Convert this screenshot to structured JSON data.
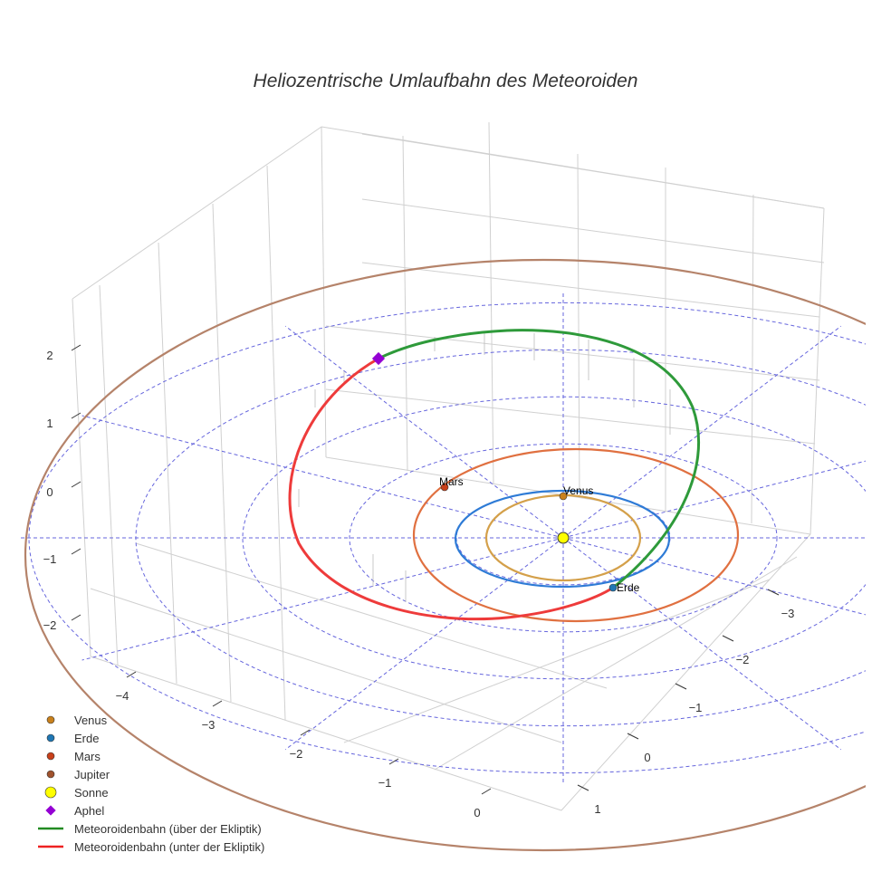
{
  "chart_data": {
    "type": "scatter3d",
    "title": "Heliozentrische Umlaufbahn des Meteoroiden",
    "axes": {
      "x_ticks": [
        "−4",
        "−3",
        "−2",
        "−1",
        "0"
      ],
      "y_ticks": [
        "−3",
        "−2",
        "−1",
        "0",
        "1"
      ],
      "z_ticks": [
        "2",
        "1",
        "0",
        "−1",
        "−2"
      ]
    },
    "grid_rings_au": [
      1,
      2,
      3,
      4,
      5
    ],
    "spokes": 12,
    "orbits": [
      {
        "name": "Venus",
        "a_au": 0.72,
        "color": "#d4a04a"
      },
      {
        "name": "Erde",
        "a_au": 1.0,
        "color": "#2e7bd6"
      },
      {
        "name": "Mars",
        "a_au": 1.52,
        "color": "#e07040"
      },
      {
        "name": "Jupiter",
        "a_au": 5.2,
        "color": "#b5836a"
      }
    ],
    "planet_labels": [
      "Venus",
      "Erde",
      "Mars"
    ],
    "legend": [
      {
        "label": "Venus",
        "color": "#c9811c",
        "symbol": "circle"
      },
      {
        "label": "Erde",
        "color": "#1f77b4",
        "symbol": "circle"
      },
      {
        "label": "Mars",
        "color": "#c8401a",
        "symbol": "circle"
      },
      {
        "label": "Jupiter",
        "color": "#a0522d",
        "symbol": "circle"
      },
      {
        "label": "Sonne",
        "color": "#ffff00",
        "symbol": "circle-large"
      },
      {
        "label": "Aphel",
        "color": "#9400d3",
        "symbol": "diamond"
      },
      {
        "label": "Meteoroidenbahn (über der Ekliptik)",
        "color": "#228b22",
        "symbol": "line"
      },
      {
        "label": "Meteoroidenbahn (unter der Ekliptik)",
        "color": "#ee2222",
        "symbol": "line"
      }
    ]
  }
}
